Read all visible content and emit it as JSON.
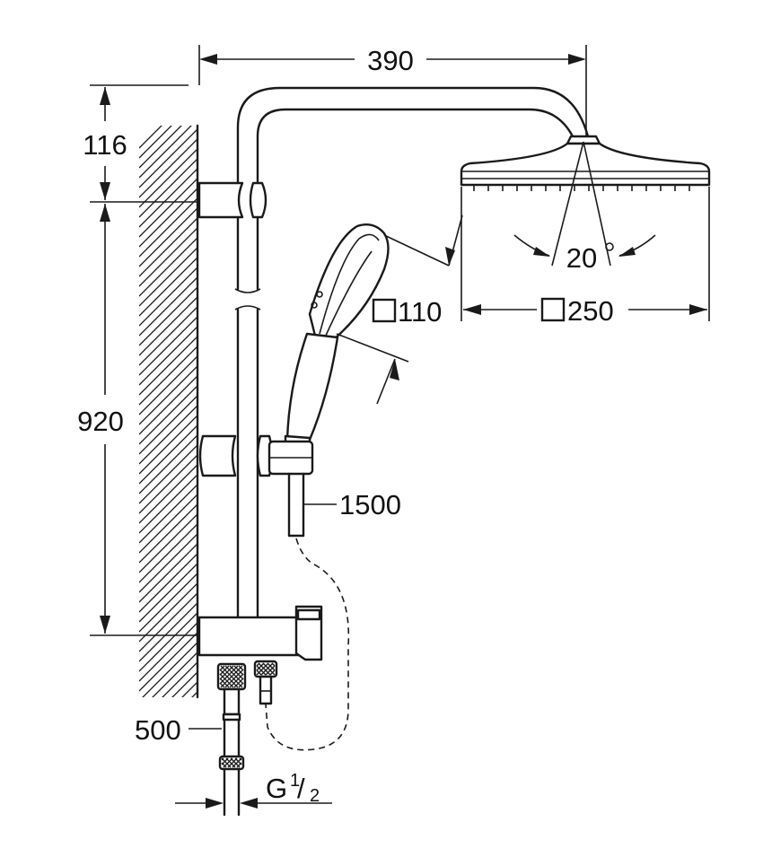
{
  "dimensions": {
    "arm_reach": "390",
    "top_height": "116",
    "rail_height": "920",
    "hose_length": "1500",
    "supply_pipe": "500",
    "thread_main": "G",
    "thread_num": "1",
    "thread_den": "2",
    "hand_shower_size": "110",
    "head_shower_size": "250",
    "tilt_angle": "20",
    "degree_sign": "°"
  },
  "colors": {
    "line": "#1a1a1a",
    "background": "#ffffff"
  },
  "icons": {
    "square_symbol": "square-outline-icon",
    "degree_symbol": "degree-circle-icon"
  }
}
